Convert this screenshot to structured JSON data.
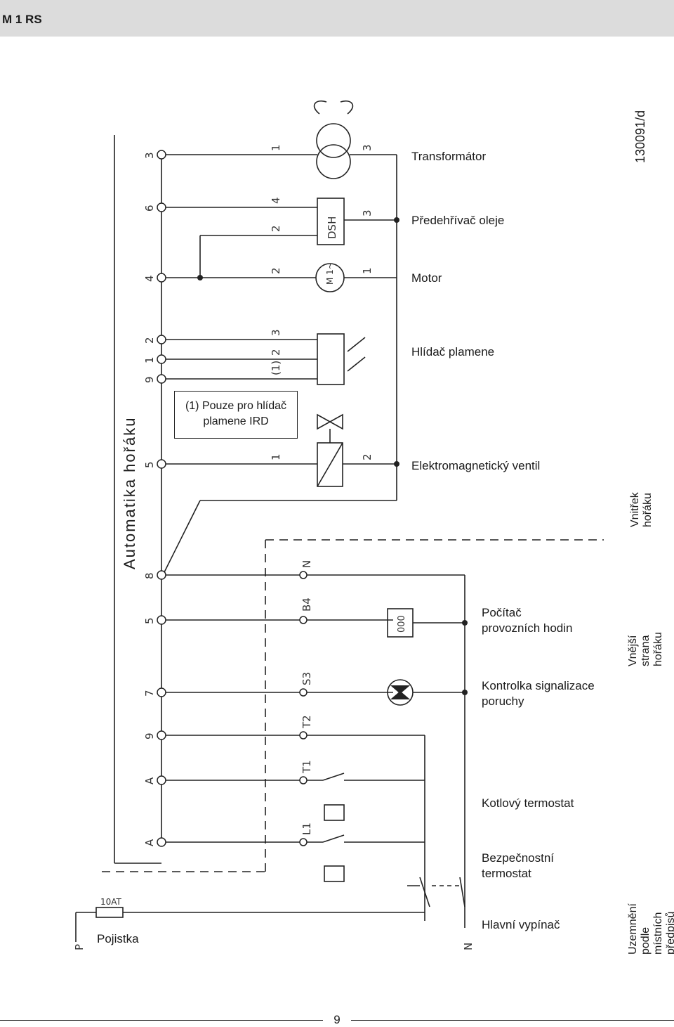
{
  "header": {
    "title": "M 1 RS"
  },
  "doc_code": "130091/d",
  "automatic_label": "Automatika hořáku",
  "note": "(1) Pouze pro hlídač\nplamene IRD",
  "components": {
    "transformer": "Transformátor",
    "oil_preheater": "Předehřívač oleje",
    "motor": "Motor",
    "flame_detector": "Hlídač plamene",
    "solenoid_valve": "Elektromagnetický ventil",
    "hour_counter": "Počítač\nprovozních hodin",
    "fault_lamp": "Kontrolka signalizace\nporuchy",
    "boiler_thermostat": "Kotlový termostat",
    "safety_thermostat": "Bezpečnostní\ntermostat",
    "main_switch": "Hlavní vypínač",
    "fuse": "Pojistka"
  },
  "side_labels": {
    "inside": "Vnitřek\nhořáku",
    "outside": "Vnější strana\nhořáku",
    "grounding": "Uzemnění podle místních\npředpisů"
  },
  "terminals": {
    "automat": [
      "3",
      "6",
      "4",
      "2",
      "1",
      "9",
      "5",
      "8",
      "5",
      "7",
      "9",
      "A",
      "A"
    ],
    "plug": [
      "N",
      "B4",
      "S3",
      "T2",
      "T1",
      "L1"
    ],
    "component_pins": [
      "1",
      "3",
      "4",
      "2",
      "3",
      "2",
      "1",
      "3",
      "2",
      "(1)",
      "1",
      "2"
    ],
    "dsh": "DSH",
    "motor_symbol": "M\n1~",
    "fuse_rating": "10AT",
    "phase": "P",
    "neutral": "N",
    "counter_display": "000"
  },
  "page_number": "9"
}
